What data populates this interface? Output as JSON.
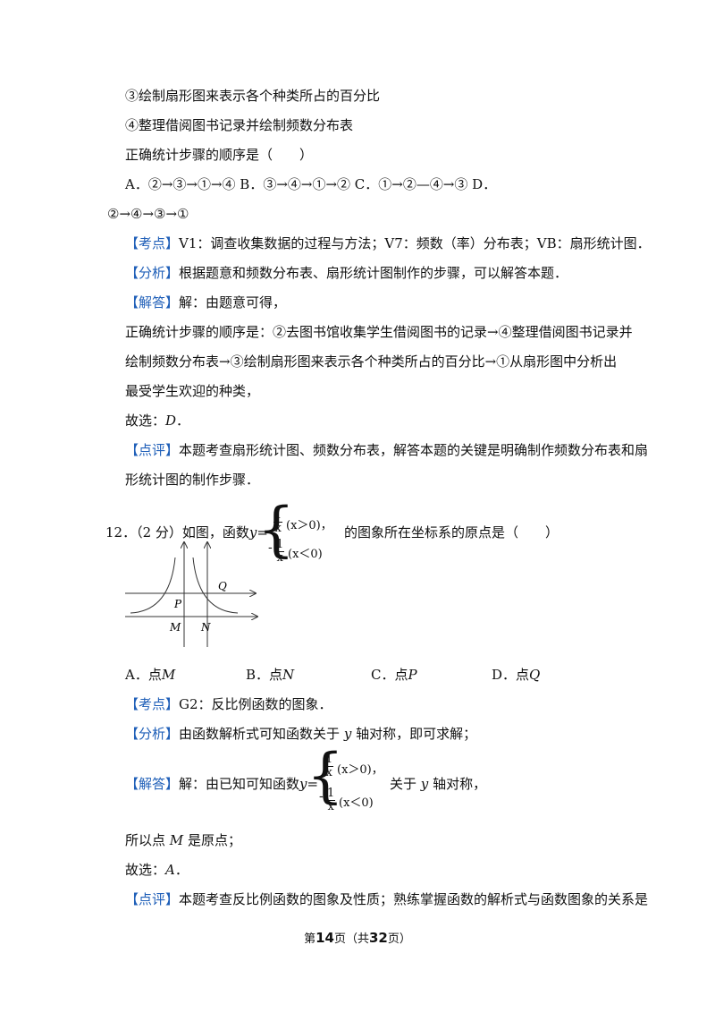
{
  "prev_question": {
    "step3": "③绘制扇形图来表示各个种类所占的百分比",
    "step4": "④整理借阅图书记录并绘制频数分布表",
    "prompt": "正确统计步骤的顺序是（　　）",
    "options_line1": "A．②→③→①→④ B．③→④→①→② C．①→②—④→③ D．",
    "options_line2": "②→④→③→①",
    "kaodian_tag": "【考点】",
    "kaodian_text": "V1：调查收集数据的过程与方法；V7：频数（率）分布表；VB：扇形统计图．",
    "fenxi_tag": "【分析】",
    "fenxi_text": "根据题意和频数分布表、扇形统计图制作的步骤，可以解答本题．",
    "jieda_tag": "【解答】",
    "jieda_text": "解：由题意可得，",
    "jieda_line2": "正确统计步骤的顺序是：②去图书馆收集学生借阅图书的记录→④整理借阅图书记录并",
    "jieda_line3": "绘制频数分布表→③绘制扇形图来表示各个种类所占的百分比→①从扇形图中分析出",
    "jieda_line4": "最受学生欢迎的种类，",
    "answer_prefix": "故选：",
    "answer_letter": "D",
    "answer_suffix": "．",
    "dianping_tag": "【点评】",
    "dianping_text": "本题考查扇形统计图、频数分布表，解答本题的关键是明确制作频数分布表和扇",
    "dianping_line2": "形统计图的制作步骤．"
  },
  "question12": {
    "number": "12．",
    "stem_a": "（2 分）如图，函数",
    "func_var": "y",
    "equals": "=",
    "piece1_num": "1",
    "piece1_den": "x",
    "piece1_cond": "(x＞0)，",
    "piece2_sign": "-",
    "piece2_num": "1",
    "piece2_den": "x",
    "piece2_cond": "(x＜0)",
    "stem_b": "的图象所在坐标系的原点是（　　）",
    "figure_labels": {
      "P": "P",
      "Q": "Q",
      "M": "M",
      "N": "N"
    },
    "options": [
      {
        "letter": "A．点",
        "point": "M"
      },
      {
        "letter": "B．点",
        "point": "N"
      },
      {
        "letter": "C．点",
        "point": "P"
      },
      {
        "letter": "D．点",
        "point": "Q"
      }
    ],
    "kaodian_tag": "【考点】",
    "kaodian_text": "G2：反比例函数的图象．",
    "fenxi_tag": "【分析】",
    "fenxi_text_a": "由函数解析式可知函数关于",
    "fenxi_var": "y",
    "fenxi_text_b": "轴对称，即可求解；",
    "jieda_tag": "【解答】",
    "jieda_text_a": "解：由已知可知函数",
    "jieda_text_b": "关于",
    "jieda_var": "y",
    "jieda_text_c": "轴对称，",
    "concl_a": "所以点",
    "concl_point": "M",
    "concl_b": "是原点；",
    "answer_prefix": "故选：",
    "answer_letter": "A",
    "answer_suffix": "．",
    "dianping_tag": "【点评】",
    "dianping_text": "本题考查反比例函数的图象及性质；熟练掌握函数的解析式与函数图象的关系是"
  },
  "footer": {
    "pre": "第",
    "page": "14",
    "mid": "页（共",
    "total": "32",
    "post": "页）"
  }
}
